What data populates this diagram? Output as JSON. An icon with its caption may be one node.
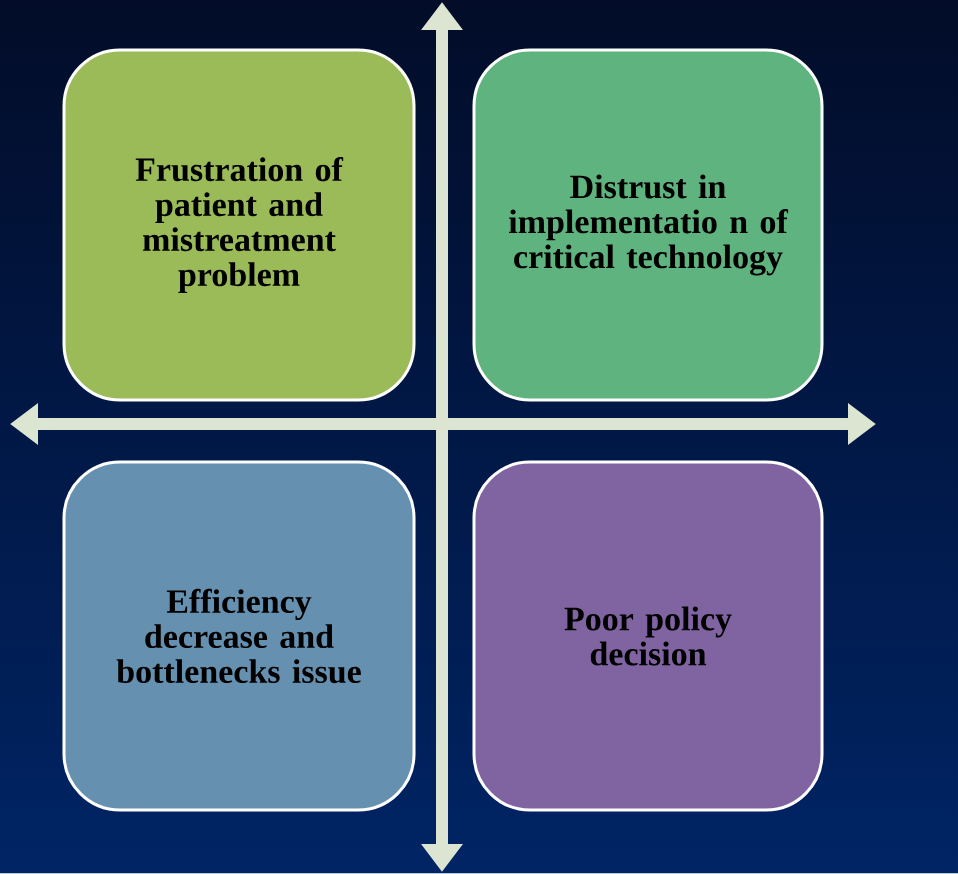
{
  "diagram": {
    "nodes": [
      {
        "text": [
          "Frustration of patient and mistreatment problem"
        ]
      },
      {
        "text": [
          "Distrust in implementatio n of critical technology"
        ]
      },
      {
        "text": [
          "Efficiency decrease and bottlenecks issue"
        ]
      },
      {
        "text": [
          "Poor policy decision"
        ]
      }
    ]
  }
}
